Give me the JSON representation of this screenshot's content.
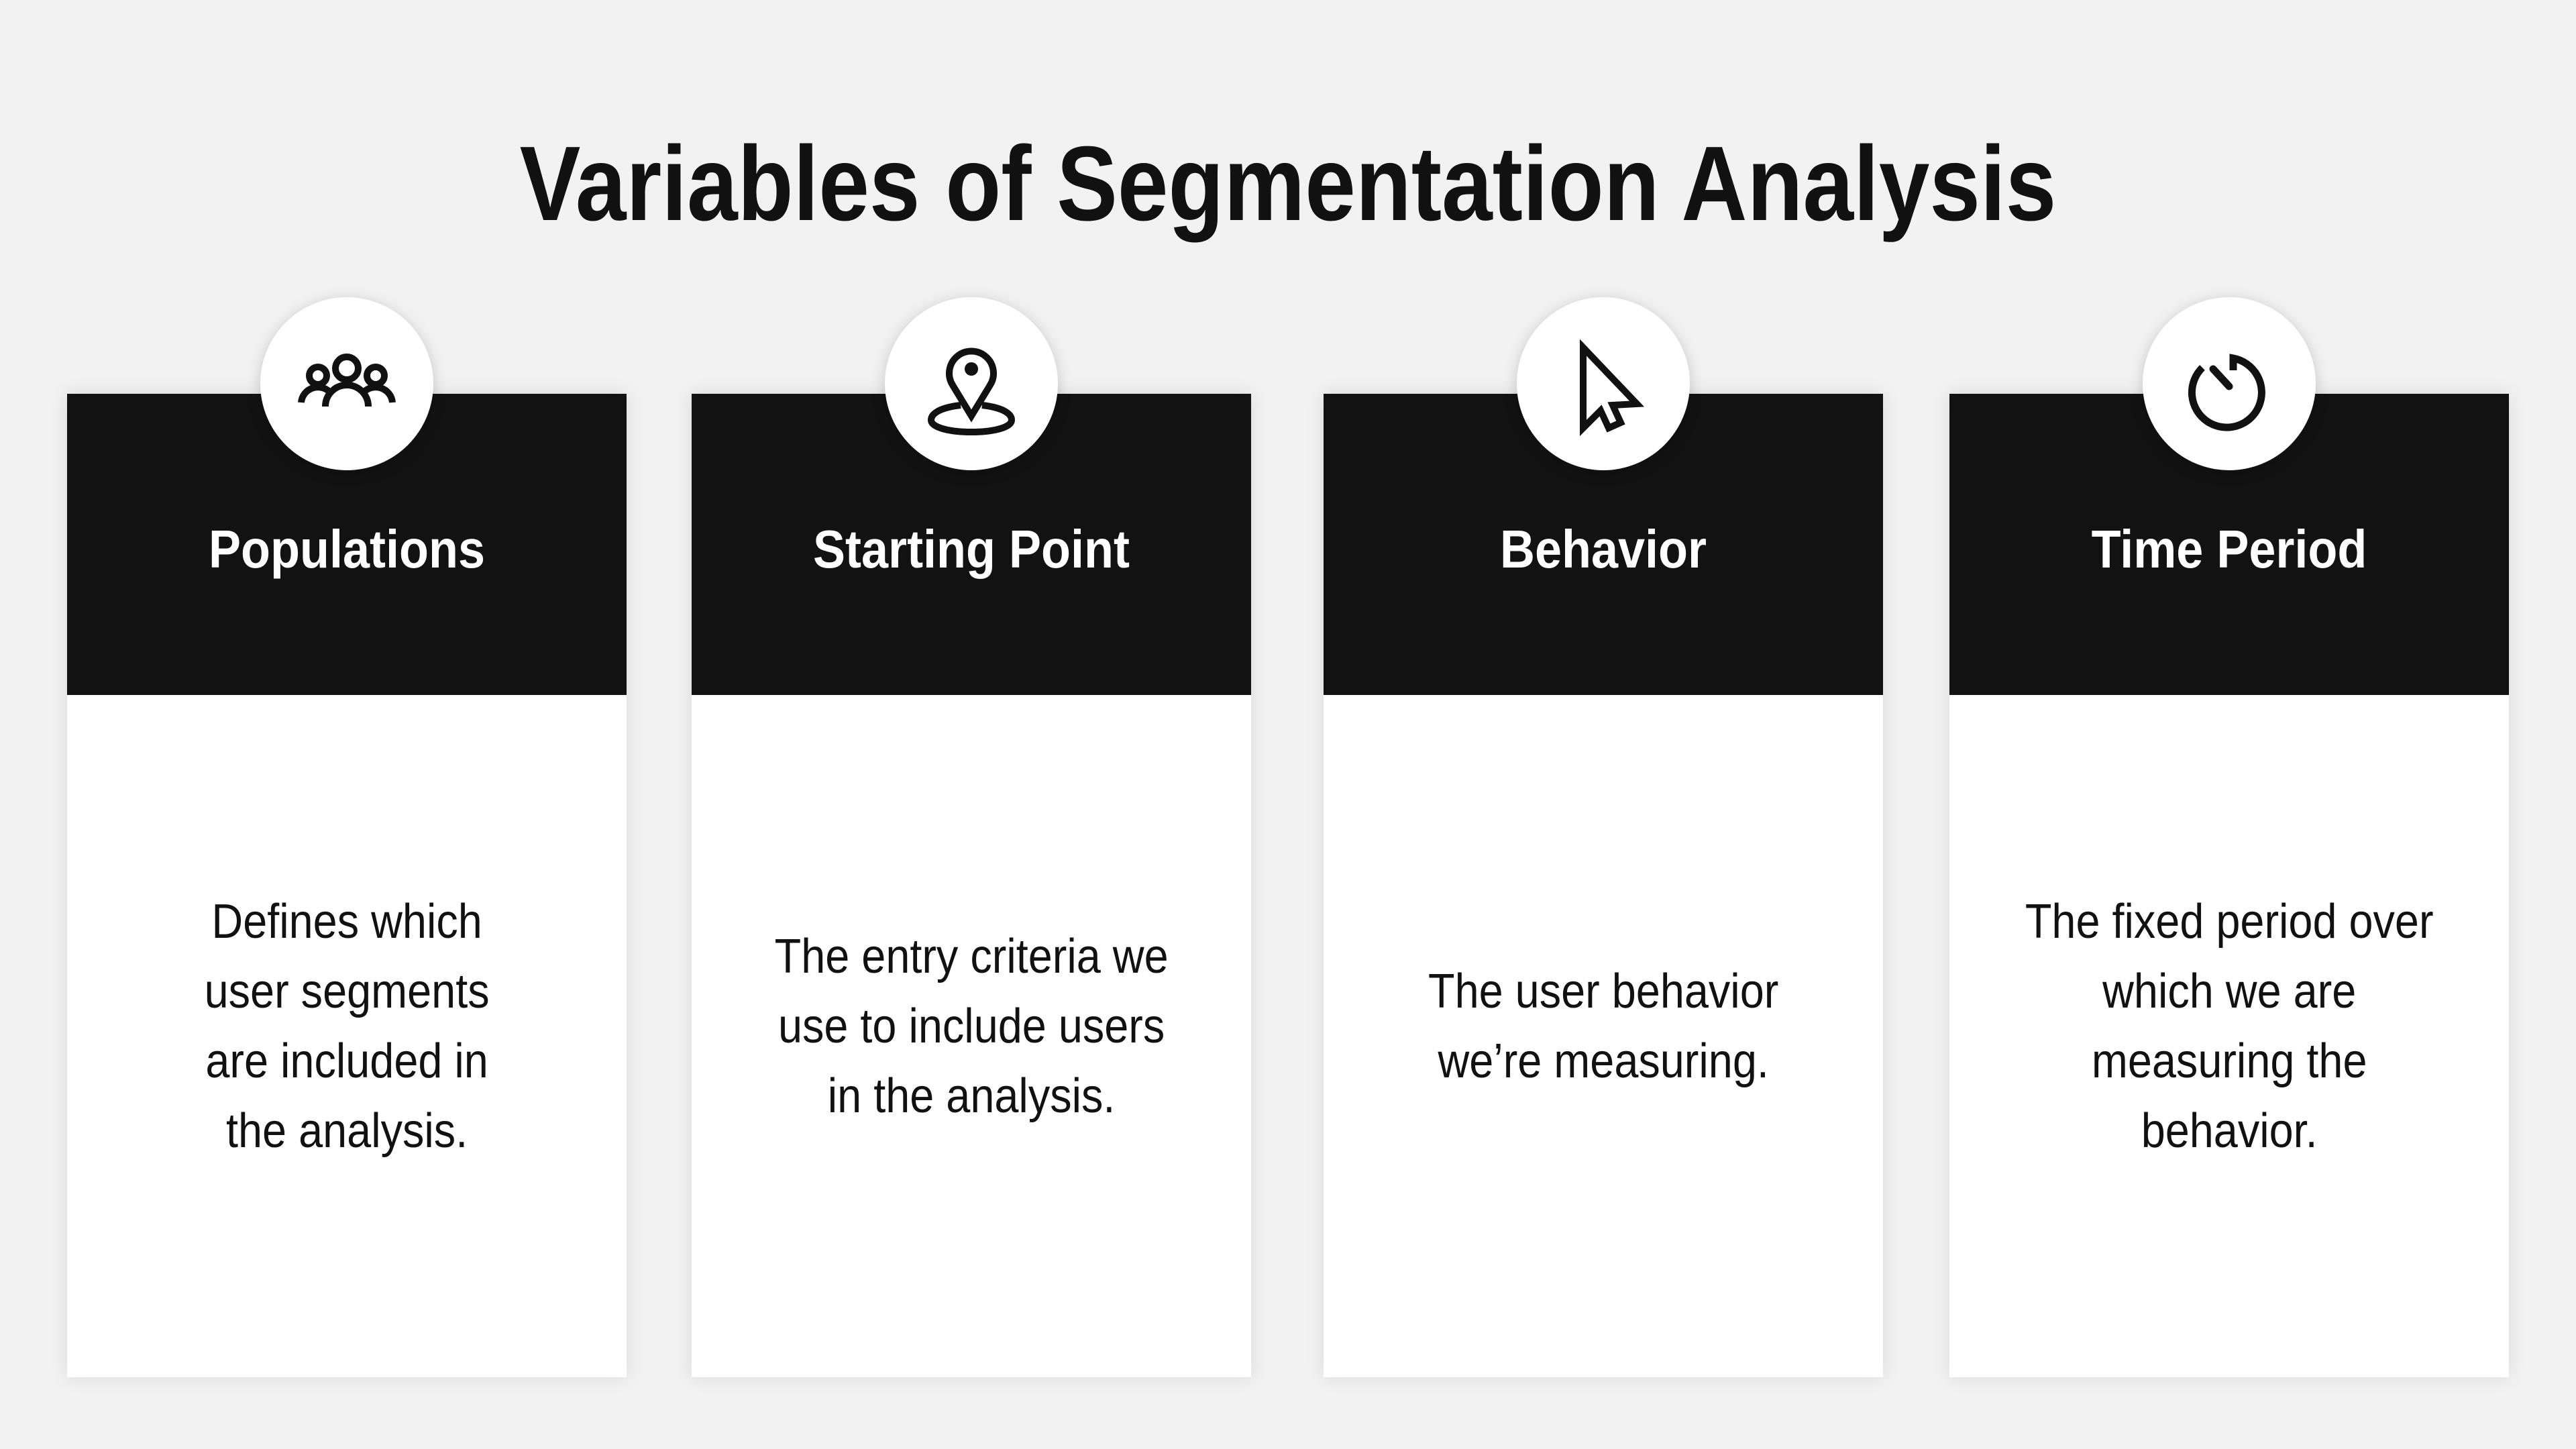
{
  "title": "Variables of Segmentation Analysis",
  "colors": {
    "background": "#f2f2f2",
    "card_header": "#121212",
    "card_body": "#ffffff",
    "text_dark": "#111111",
    "text_light": "#ffffff"
  },
  "cards": [
    {
      "icon": "people-group-icon",
      "title": "Populations",
      "description": "Defines which\nuser segments\nare included in\nthe analysis."
    },
    {
      "icon": "location-pin-icon",
      "title": "Starting Point",
      "description": "The entry criteria we\nuse to include users\nin the analysis."
    },
    {
      "icon": "cursor-pointer-icon",
      "title": "Behavior",
      "description": "The user behavior\nwe’re measuring."
    },
    {
      "icon": "timer-icon",
      "title": "Time Period",
      "description": "The fixed period over\nwhich we are\nmeasuring the\nbehavior."
    }
  ]
}
